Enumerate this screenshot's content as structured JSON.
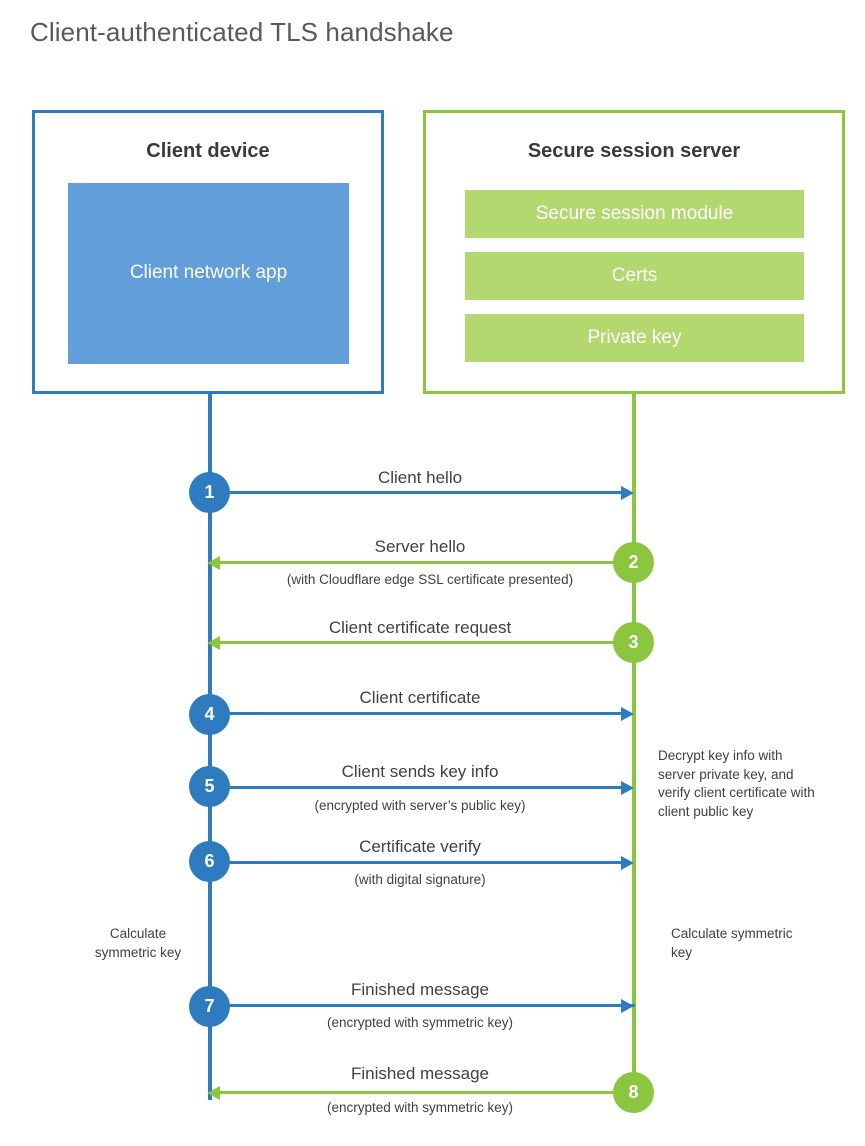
{
  "title": "Client-authenticated TLS handshake",
  "colors": {
    "blue_stroke": "#2e7cbf",
    "blue_fill": "#629fda",
    "green_stroke": "#8cc63e",
    "green_fill": "#b4d870",
    "text": "#404041",
    "title_text": "#58595b"
  },
  "parties": {
    "client": {
      "title": "Client device",
      "components": [
        "Client network app"
      ]
    },
    "server": {
      "title": "Secure session server",
      "components": [
        "Secure session module",
        "Certs",
        "Private key"
      ]
    }
  },
  "steps": [
    {
      "number": "1",
      "label": "Client hello",
      "sub": "",
      "direction": "client-to-server",
      "color": "blue"
    },
    {
      "number": "2",
      "label": "Server hello",
      "sub": "(with Cloudflare edge SSL certificate presented)",
      "direction": "server-to-client",
      "color": "green"
    },
    {
      "number": "3",
      "label": "Client certificate request",
      "sub": "",
      "direction": "server-to-client",
      "color": "green"
    },
    {
      "number": "4",
      "label": "Client certificate",
      "sub": "",
      "direction": "client-to-server",
      "color": "blue"
    },
    {
      "number": "5",
      "label": "Client sends key info",
      "sub": "(encrypted with server’s public key)",
      "direction": "client-to-server",
      "color": "blue"
    },
    {
      "number": "6",
      "label": "Certificate verify",
      "sub": "(with digital signature)",
      "direction": "client-to-server",
      "color": "blue"
    },
    {
      "number": "7",
      "label": "Finished message",
      "sub": "(encrypted with symmetric key)",
      "direction": "client-to-server",
      "color": "blue"
    },
    {
      "number": "8",
      "label": "Finished message",
      "sub": "(encrypted with symmetric key)",
      "direction": "server-to-client",
      "color": "green"
    }
  ],
  "annotations": {
    "server_decrypt": "Decrypt key info with server private key, and verify client certificate with client public key",
    "client_calculate": "Calculate symmetric key",
    "server_calculate": "Calculate symmetric key"
  }
}
